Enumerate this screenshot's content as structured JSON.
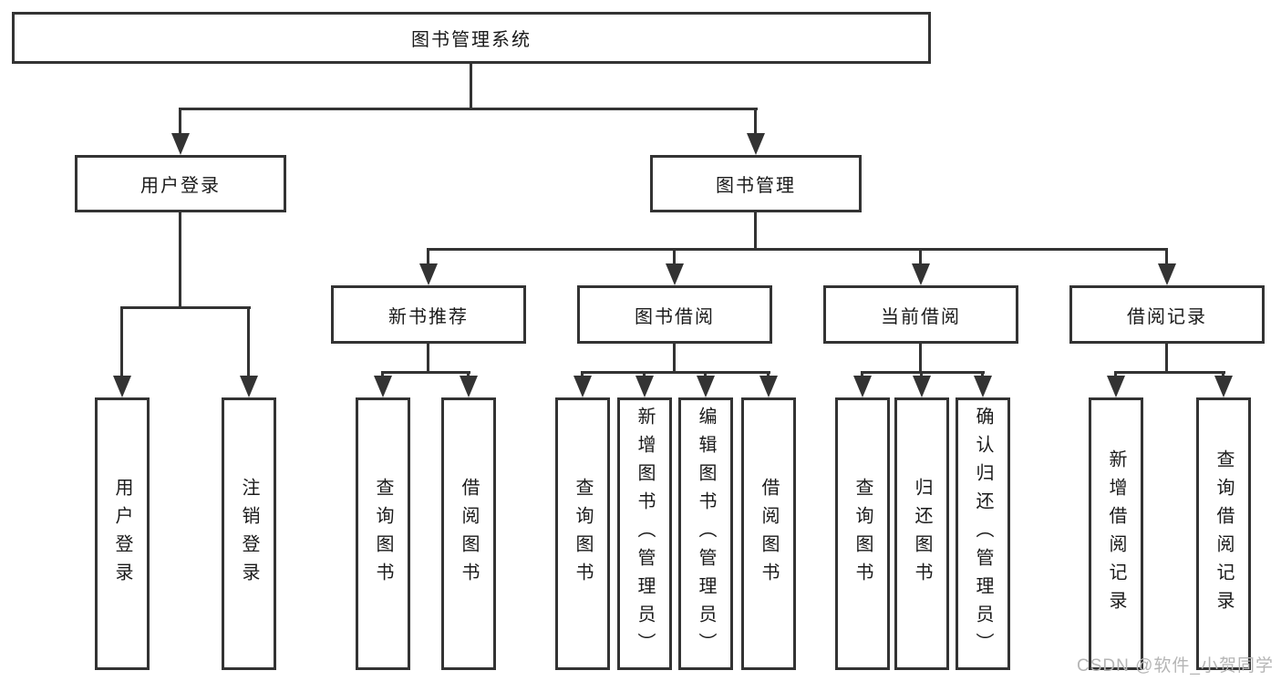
{
  "tree": {
    "root": {
      "label": "图书管理系统",
      "children": [
        {
          "label": "用户登录",
          "children": [
            {
              "label": "用户登录"
            },
            {
              "label": "注销登录"
            }
          ]
        },
        {
          "label": "图书管理",
          "children": [
            {
              "label": "新书推荐",
              "children": [
                {
                  "label": "查询图书"
                },
                {
                  "label": "借阅图书"
                }
              ]
            },
            {
              "label": "图书借阅",
              "children": [
                {
                  "label": "查询图书"
                },
                {
                  "label": "新增图书（管理员）"
                },
                {
                  "label": "编辑图书（管理员）"
                },
                {
                  "label": "借阅图书"
                }
              ]
            },
            {
              "label": "当前借阅",
              "children": [
                {
                  "label": "查询图书"
                },
                {
                  "label": "归还图书"
                },
                {
                  "label": "确认归还（管理员）"
                }
              ]
            },
            {
              "label": "借阅记录",
              "children": [
                {
                  "label": "新增借阅记录"
                },
                {
                  "label": "查询借阅记录"
                }
              ]
            }
          ]
        }
      ]
    }
  },
  "watermark": "CSDN @软件_小贺同学",
  "colors": {
    "line": "#333333",
    "text": "#1a1a1a",
    "watermark": "#b5b5b5",
    "background": "#ffffff"
  }
}
